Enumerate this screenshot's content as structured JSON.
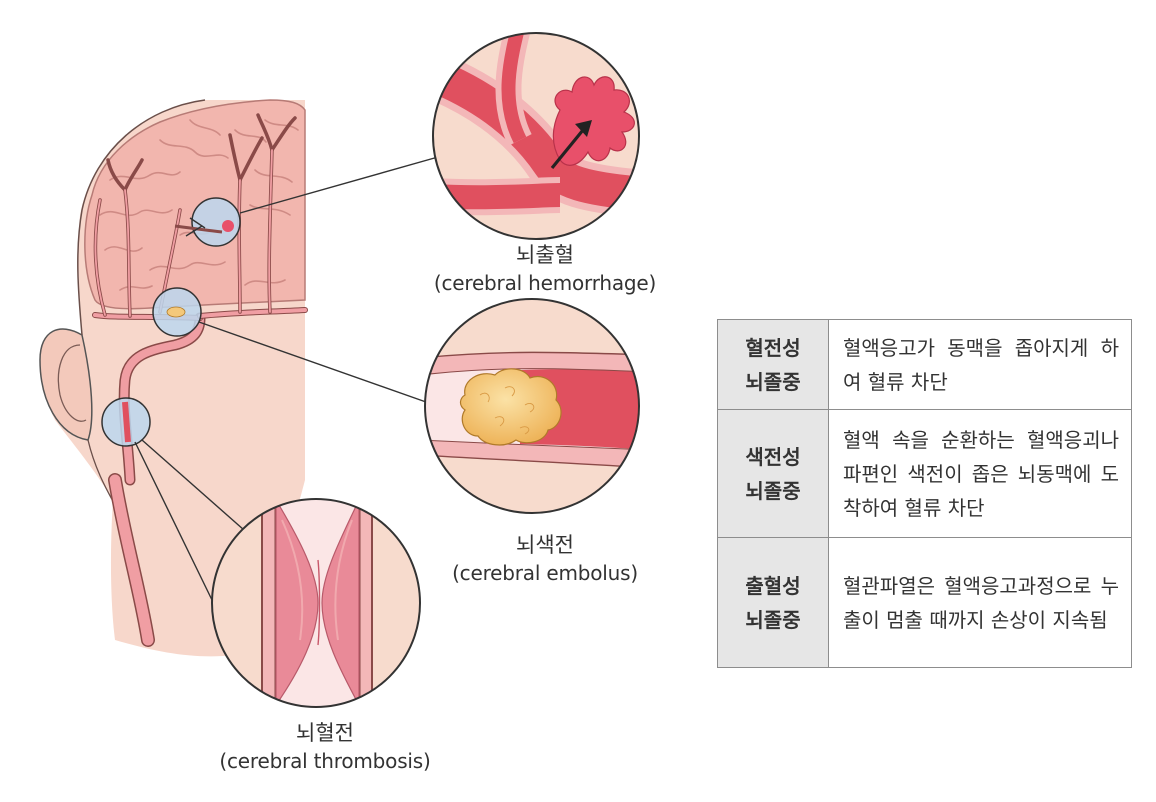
{
  "labels": {
    "hemorrhage": {
      "ko": "뇌출혈",
      "en": "(cerebral hemorrhage)"
    },
    "embolus": {
      "ko": "뇌색전",
      "en": "(cerebral embolus)"
    },
    "thrombosis": {
      "ko": "뇌혈전",
      "en": "(cerebral thrombosis)"
    }
  },
  "table": {
    "rows": [
      {
        "head_1": "혈전성",
        "head_2": "뇌졸중",
        "desc": "혈액응고가 동맥을 좁아지게 하여 혈류 차단"
      },
      {
        "head_1": "색전성",
        "head_2": "뇌졸중",
        "desc": "혈액 속을 순환하는 혈액응괴나 파편인 색전이 좁은 뇌동맥에 도착하여 혈류 차단"
      },
      {
        "head_1": "출혈성",
        "head_2": "뇌졸중",
        "desc": "혈관파열은 혈액응고과정으로 누출이 멈출 때까지 손상이 지속됨"
      }
    ]
  },
  "colors": {
    "skin": "#f7d7cb",
    "brain": "#f2b6ae",
    "vessel": "#e0505f",
    "vessel_wall": "#f3b7b8",
    "clot": "#f4c87a",
    "lens": "#bcd7ef",
    "table_header": "#e6e6e6"
  }
}
